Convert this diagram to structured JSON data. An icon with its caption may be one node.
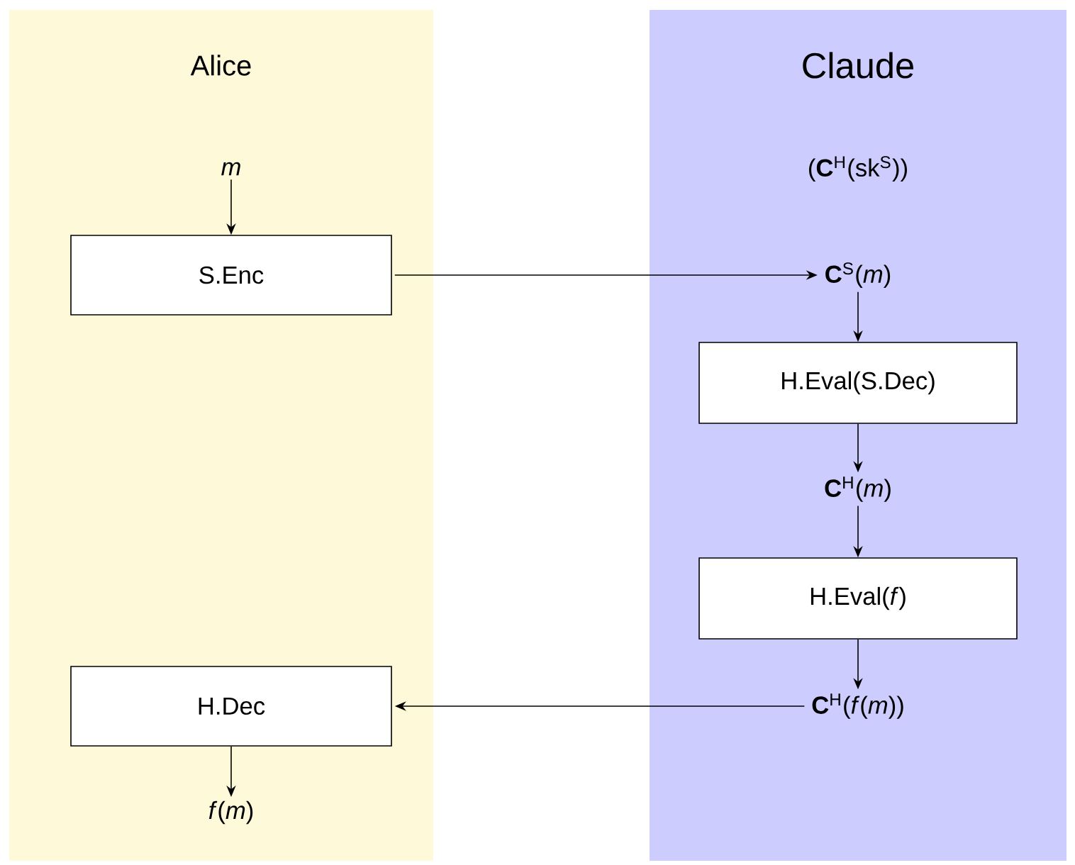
{
  "diagram": {
    "nodes": [
      {
        "text": [
          "Alice"
        ]
      },
      {
        "text": [
          "Claude"
        ]
      },
      {
        "text": [
          "*m*"
        ],
        "in": 0
      },
      {
        "text": [
          "S.Enc"
        ],
        "in": 0
      },
      {
        "text": [
          "H.Dec"
        ],
        "in": 0
      },
      {
        "text": [
          "*f*(*m*)"
        ],
        "in": 0
      },
      {
        "text": [
          "**C**$^{S}$(*m*)"
        ],
        "in": 1
      },
      {
        "text": [
          "H.Eval(S.Dec)"
        ],
        "in": 1
      },
      {
        "text": [
          "**C**$^{H}$(*m*)"
        ],
        "in": 1
      },
      {
        "text": [
          "H.Eval(*f*)"
        ],
        "in": 1
      },
      {
        "text": [
          "**C**$^{H}$(*f*(*m*))"
        ],
        "in": 1
      }
    ],
    "edges": [
      {
        "from": 2,
        "to": 3,
        "arrow": "to"
      },
      {
        "from": 3,
        "to": 6,
        "arrow": "to"
      },
      {
        "from": 6,
        "to": 7,
        "arrow": "to"
      },
      {
        "from": 7,
        "to": 8,
        "arrow": "to"
      },
      {
        "from": 8,
        "to": 9,
        "arrow": "to"
      },
      {
        "from": 9,
        "to": 10,
        "arrow": "to"
      },
      {
        "from": 10,
        "to": 4,
        "arrow": "to"
      },
      {
        "from": 4,
        "to": 5,
        "arrow": "to"
      }
    ],
    "labels": [
      "(**C**$^{H}$(sk$^{S}$))"
    ]
  }
}
